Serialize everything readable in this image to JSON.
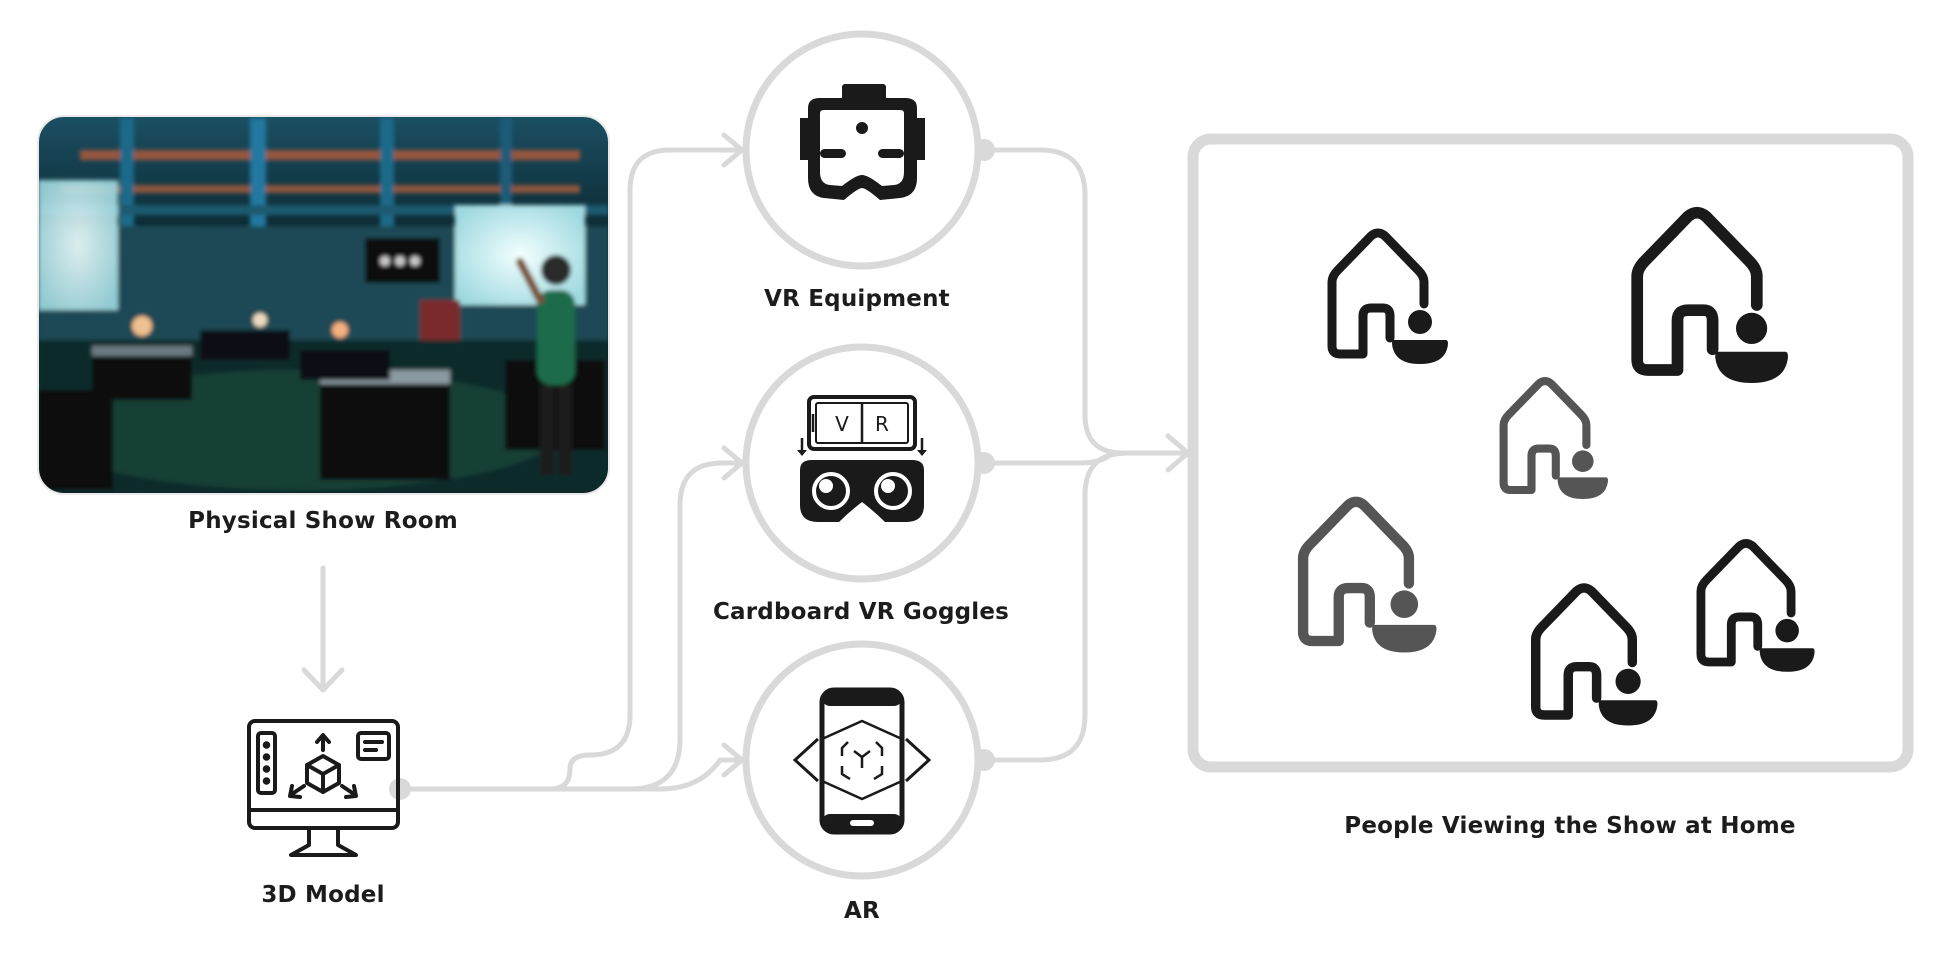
{
  "nodes": {
    "showroom": {
      "label": "Physical Show Room"
    },
    "model": {
      "label": "3D Model"
    },
    "vr_equipment": {
      "label": "VR Equipment"
    },
    "cardboard": {
      "label": "Cardboard VR Goggles",
      "lens_left": "V",
      "lens_right": "R"
    },
    "ar": {
      "label": "AR"
    },
    "home": {
      "label": "People Viewing the Show at Home"
    }
  },
  "icons": {
    "vr_equipment": "vr-headset-icon",
    "cardboard": "cardboard-vr-goggles-icon",
    "ar": "ar-smartphone-icon",
    "model": "3d-model-monitor-icon",
    "home": "house-person-icon"
  },
  "colors": {
    "connector": "#d9d9d9",
    "icon_dark": "#1a1a1a",
    "icon_mid": "#555555",
    "label": "#1c1c1c"
  }
}
